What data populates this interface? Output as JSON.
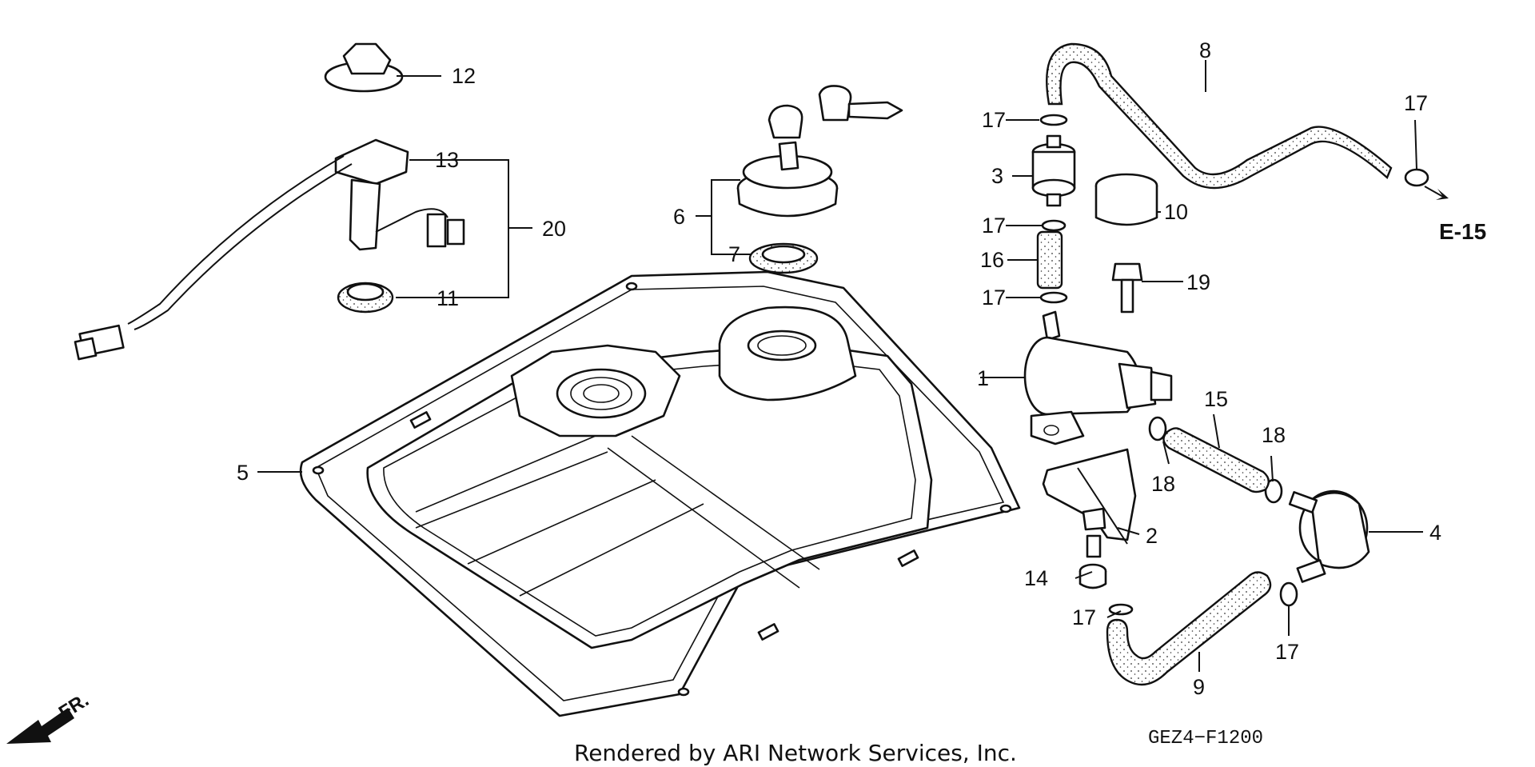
{
  "diagram": {
    "callouts": [
      {
        "id": "c1",
        "text": "1"
      },
      {
        "id": "c2",
        "text": "2"
      },
      {
        "id": "c3",
        "text": "3"
      },
      {
        "id": "c4",
        "text": "4"
      },
      {
        "id": "c5",
        "text": "5"
      },
      {
        "id": "c6",
        "text": "6"
      },
      {
        "id": "c7",
        "text": "7"
      },
      {
        "id": "c8",
        "text": "8"
      },
      {
        "id": "c9",
        "text": "9"
      },
      {
        "id": "c10",
        "text": "10"
      },
      {
        "id": "c11",
        "text": "11"
      },
      {
        "id": "c12",
        "text": "12"
      },
      {
        "id": "c13",
        "text": "13"
      },
      {
        "id": "c14",
        "text": "14"
      },
      {
        "id": "c15",
        "text": "15"
      },
      {
        "id": "c16",
        "text": "16"
      },
      {
        "id": "c17a",
        "text": "17"
      },
      {
        "id": "c17b",
        "text": "17"
      },
      {
        "id": "c17c",
        "text": "17"
      },
      {
        "id": "c17d",
        "text": "17"
      },
      {
        "id": "c17e",
        "text": "17"
      },
      {
        "id": "c17f",
        "text": "17"
      },
      {
        "id": "c18a",
        "text": "18"
      },
      {
        "id": "c18b",
        "text": "18"
      },
      {
        "id": "c19",
        "text": "19"
      },
      {
        "id": "c20",
        "text": "20"
      }
    ],
    "reference": "E-15",
    "direction": "FR.",
    "diagram_code": "GEZ4−F1200",
    "credit": "Rendered by ARI Network Services, Inc."
  }
}
